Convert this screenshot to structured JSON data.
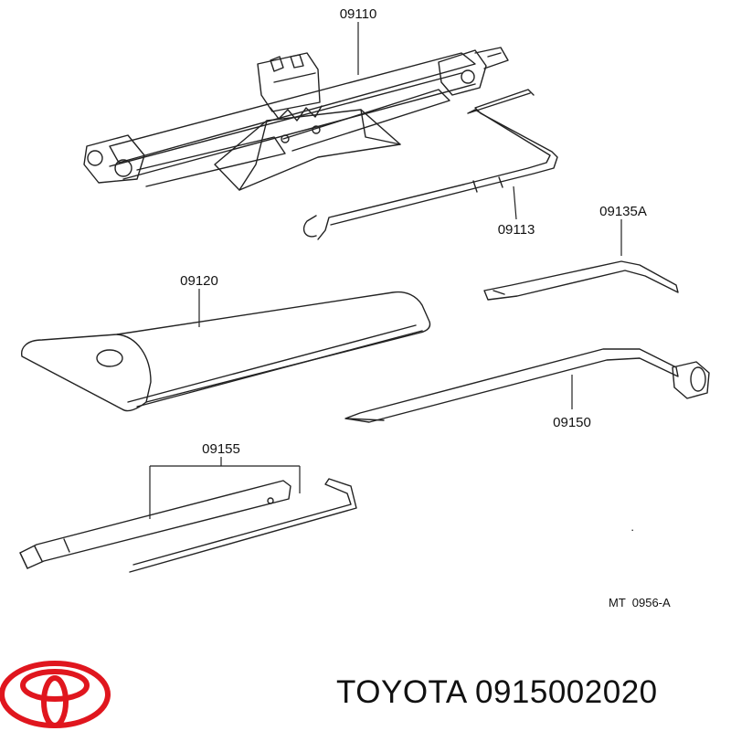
{
  "parts": [
    {
      "id": "jack",
      "number": "09110"
    },
    {
      "id": "jack-handle",
      "number": "09113"
    },
    {
      "id": "jack-handle-lever",
      "number": "09135A"
    },
    {
      "id": "tool-bag",
      "number": "09120"
    },
    {
      "id": "wheel-nut-wrench",
      "number": "09150"
    },
    {
      "id": "jack-handle-extension",
      "number": "09155"
    }
  ],
  "diagram_ref": "MT  0956-A",
  "brand": {
    "name": "TOYOTA",
    "part_number": "0915002020",
    "logo": "toyota-logo",
    "logo_color": "#e0161e"
  }
}
